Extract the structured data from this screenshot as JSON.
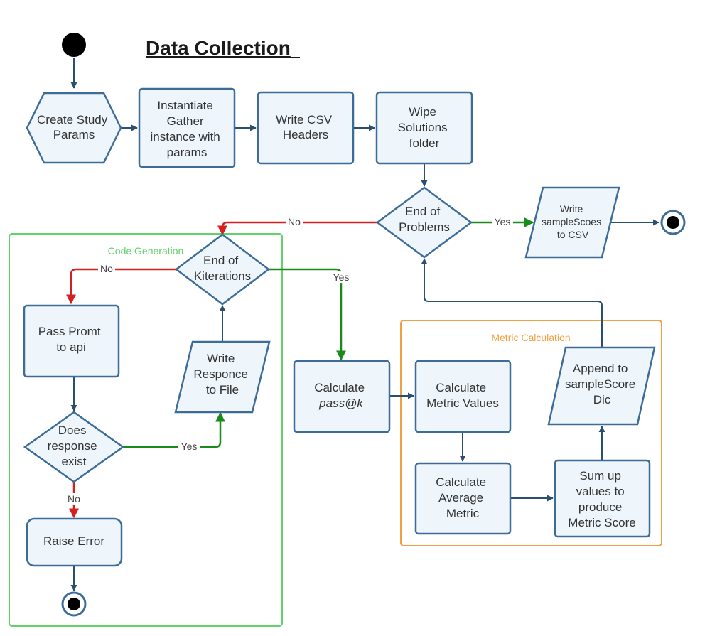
{
  "diagram": {
    "title": "Data Collection",
    "groups": {
      "code_generation": "Code Generation",
      "metric_calculation": "Metric Calculation"
    },
    "nodes": {
      "create_study_params": [
        "Create Study",
        "Params"
      ],
      "instantiate_gather": [
        "Instantiate",
        "Gather",
        "instance with",
        "params"
      ],
      "write_csv_headers": [
        "Write CSV",
        "Headers"
      ],
      "wipe_solutions": [
        "Wipe",
        "Solutions",
        "folder"
      ],
      "end_of_problems": [
        "End of",
        "Problems"
      ],
      "write_samplescores": [
        "Write",
        "sampleScoes",
        "to CSV"
      ],
      "end_of_kiterations": [
        "End of",
        "Kiterations"
      ],
      "pass_promt": [
        "Pass Promt",
        "to api"
      ],
      "write_responce": [
        "Write",
        "Responce",
        "to File"
      ],
      "does_response_exist": [
        "Does",
        "response",
        "exist"
      ],
      "raise_error": [
        "Raise Error"
      ],
      "calculate_passk": [
        "Calculate",
        "pass@k"
      ],
      "calculate_metric_values": [
        "Calculate",
        "Metric Values"
      ],
      "append_samplescore": [
        "Append to",
        "sampleScore",
        "Dic"
      ],
      "calculate_average_metric": [
        "Calculate",
        "Average",
        "Metric"
      ],
      "sum_up_values": [
        "Sum up",
        "values to",
        "produce",
        "Metric Score"
      ]
    },
    "edge_labels": {
      "problems_no": "No",
      "problems_yes": "Yes",
      "kiterations_no": "No",
      "kiterations_yes": "Yes",
      "response_yes": "Yes",
      "response_no": "No"
    },
    "colors": {
      "node_fill": "#eef6fc",
      "node_stroke": "#3c6c97",
      "arrow_default": "#2b4f6f",
      "arrow_yes": "#1a8a1a",
      "arrow_no": "#d42020",
      "group_code_generation": "#5fd26a",
      "group_metric_calculation": "#f0a040"
    }
  }
}
